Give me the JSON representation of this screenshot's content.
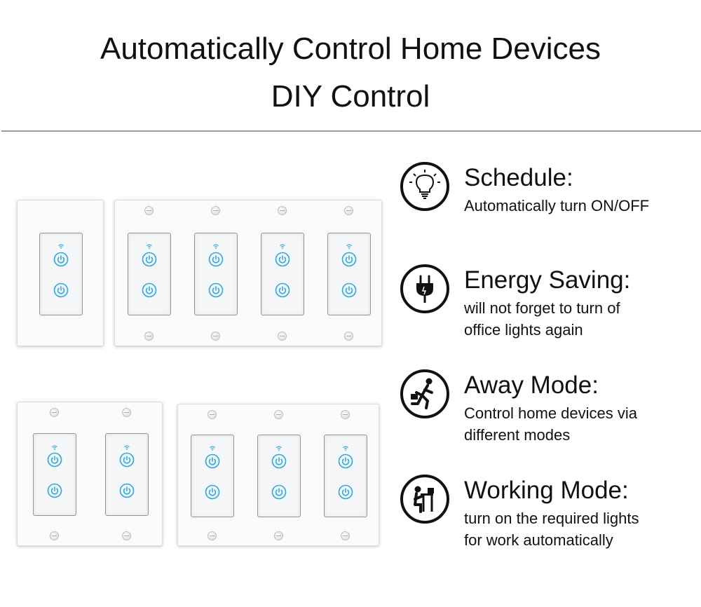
{
  "heading": {
    "line1": "Automatically Control Home Devices",
    "line2": "DIY Control"
  },
  "features": [
    {
      "icon": "light-bulb-icon",
      "title": "Schedule:",
      "desc": [
        "Automatically turn ON/OFF"
      ]
    },
    {
      "icon": "power-plug-icon",
      "title": "Energy Saving:",
      "desc": [
        "will not forget to turn of",
        "office lights again"
      ]
    },
    {
      "icon": "running-person-icon",
      "title": "Away Mode:",
      "desc": [
        "Control home devices via",
        "different modes"
      ]
    },
    {
      "icon": "person-at-desk-icon",
      "title": "Working Mode:",
      "desc": [
        "turn on the required lights",
        "for work automatically"
      ]
    }
  ],
  "colors": {
    "accent": "#2aa8e0",
    "text": "#111111",
    "divider": "#9a9a9a"
  }
}
